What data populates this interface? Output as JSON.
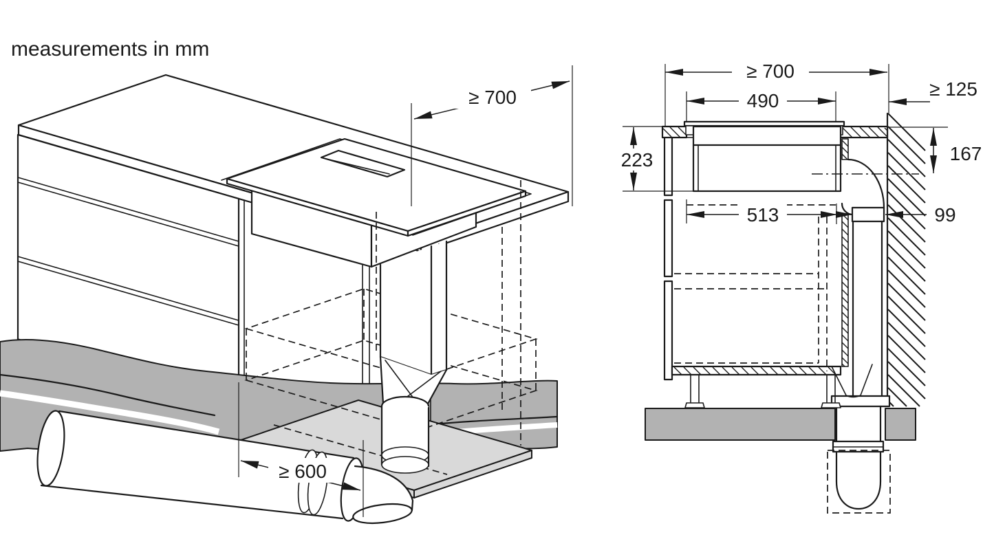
{
  "title": "measurements in mm",
  "colors": {
    "line": "#1a1a1a",
    "floor_gray": "#b2b2b2",
    "shelf_gray": "#d9d9d9",
    "background": "#ffffff"
  },
  "views": {
    "perspective": {
      "name": "perspective installation view",
      "dims": {
        "worktop_depth": "≥ 700",
        "duct_run": "≥ 600"
      }
    },
    "section": {
      "name": "side section view",
      "dims": {
        "worktop_depth": "≥ 700",
        "cutout_width": "490",
        "wall_clearance": "≥ 125",
        "unit_height": "223",
        "outlet_center_height": "167",
        "duct_horizontal_offset": "513",
        "duct_width": "99"
      }
    }
  }
}
